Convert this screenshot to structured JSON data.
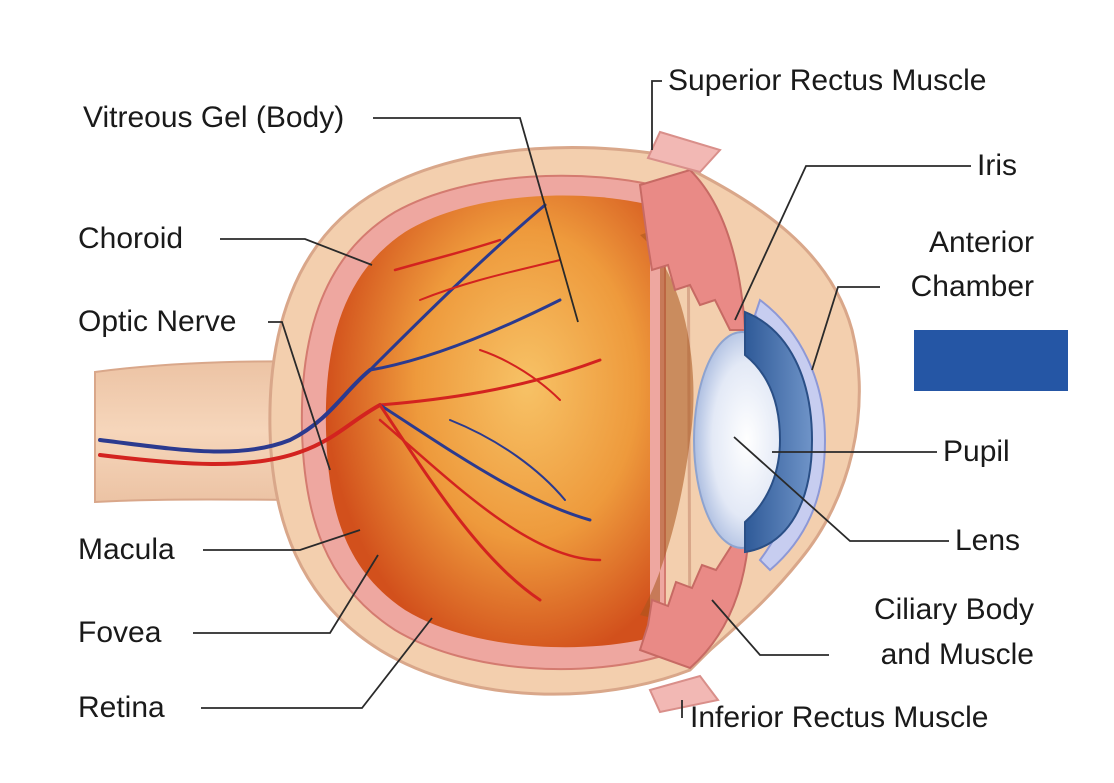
{
  "labels": {
    "vitreous": "Vitreous Gel (Body)",
    "choroid": "Choroid",
    "optic_nerve": "Optic Nerve",
    "macula": "Macula",
    "fovea": "Fovea",
    "retina": "Retina",
    "superior_rectus": "Superior Rectus Muscle",
    "iris": "Iris",
    "anterior_line1": "Anterior",
    "anterior_line2": "Chamber",
    "pupil": "Pupil",
    "lens": "Lens",
    "ciliary_line1": "Ciliary Body",
    "ciliary_line2": "and Muscle",
    "inferior_rectus": "Inferior Rectus Muscle"
  },
  "colors": {
    "sclera": "#f3cfae",
    "choroid_band": "#eea7a0",
    "eyeball_center": "#f6b24f",
    "eyeball_edge": "#d9581d",
    "iris": "#3e6aa8",
    "lens": "#dfe6f5",
    "vein": "#2b3a8f",
    "artery": "#d3231f",
    "muscle": "#f2b8b4",
    "redact_box": "#2556a5"
  }
}
